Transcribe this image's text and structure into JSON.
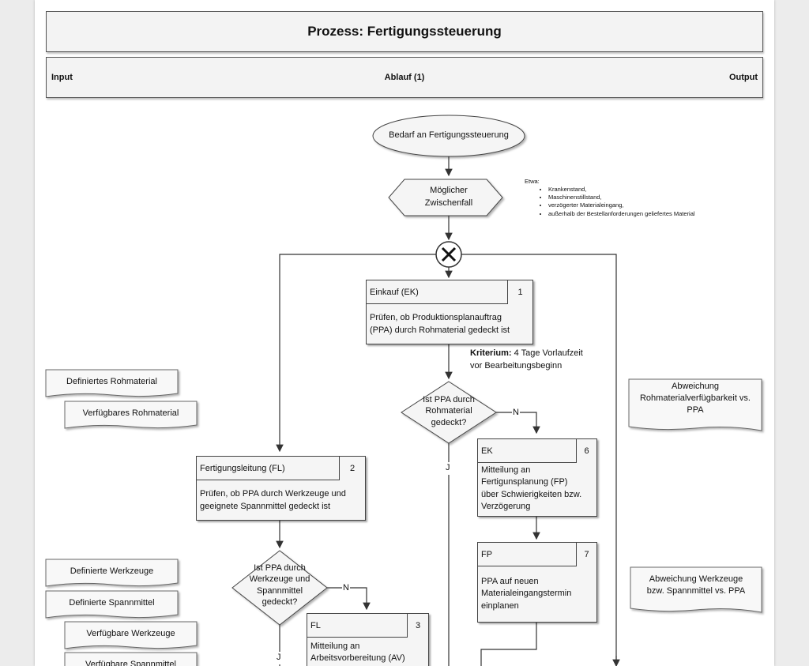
{
  "header": {
    "title": "Prozess: Fertigungssteuerung",
    "col_input": "Input",
    "col_ablauf": "Ablauf (1)",
    "col_output": "Output"
  },
  "start_event": "Bedarf an Fertigungssteuerung",
  "incident_event": [
    "Möglicher",
    "Zwischenfall"
  ],
  "incident_note": {
    "intro": "Etwa:",
    "items": [
      "Krankenstand,",
      "Maschinenstillstand,",
      "verzögerter Materialeingang,",
      "außerhalb der Bestellanforderungen geliefertes Material"
    ]
  },
  "steps": {
    "s1": {
      "role": "Einkauf (EK)",
      "num": "1",
      "text": [
        "Prüfen, ob Produktionsplanauftrag",
        "(PPA) durch Rohmaterial gedeckt ist"
      ]
    },
    "s2": {
      "role": "Fertigungsleitung (FL)",
      "num": "2",
      "text": [
        "Prüfen, ob PPA durch Werkzeuge und",
        "geeignete Spannmittel gedeckt ist"
      ]
    },
    "s3": {
      "role": "FL",
      "num": "3",
      "text": [
        "Mitteilung an",
        "Arbeitsvorbereitung (AV)"
      ]
    },
    "s6": {
      "role": "EK",
      "num": "6",
      "text": [
        "Mitteilung an",
        "Fertigunsplanung (FP)",
        "über Schwierigkeiten bzw.",
        "Verzögerung"
      ]
    },
    "s7": {
      "role": "FP",
      "num": "7",
      "text": [
        "PPA auf neuen",
        "Materialeingangstermin",
        "einplanen"
      ]
    }
  },
  "criterion": {
    "label": "Kriterium:",
    "text1": " 4 Tage Vorlaufzeit",
    "text2": "vor Bearbeitungsbeginn"
  },
  "decisions": {
    "d1": {
      "text": [
        "Ist PPA durch",
        "Rohmaterial",
        "gedeckt?"
      ],
      "no": "N",
      "yes": "J"
    },
    "d2": {
      "text": [
        "Ist PPA durch",
        "Werkzeuge und",
        "Spannmittel",
        "gedeckt?"
      ],
      "no": "N",
      "yes": "J"
    }
  },
  "inputs": [
    "Definiertes Rohmaterial",
    "Verfügbares Rohmaterial",
    "Definierte Werkzeuge",
    "Definierte Spannmittel",
    "Verfügbare Werkzeuge",
    "Verfügbare Spannmittel"
  ],
  "outputs": {
    "o1": [
      "Abweichung",
      "Rohmaterialverfügbarkeit vs.",
      "PPA"
    ],
    "o2": [
      "Abweichung Werkzeuge",
      "bzw. Spannmittel vs. PPA"
    ]
  }
}
